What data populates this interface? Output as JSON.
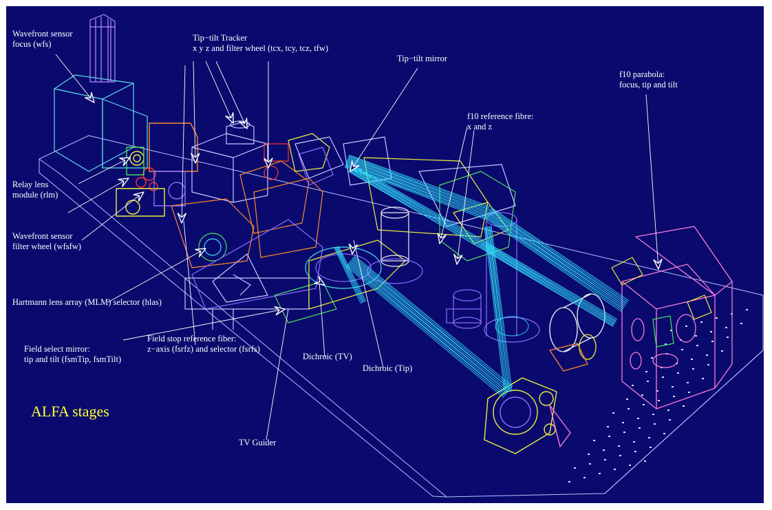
{
  "title": "ALFA stages",
  "labels": {
    "wfs": [
      "Wavefront sensor",
      "focus (wfs)"
    ],
    "tracker": [
      "Tip−tilt Tracker",
      "x   y   z and filter wheel (tcx, tcy, tcz, tfw)"
    ],
    "tip_tilt_mirror": [
      "Tip−tilt mirror"
    ],
    "f10_parabola": [
      "f10 parabola:",
      "focus, tip and tilt"
    ],
    "f10_fibre": [
      "f10 reference fibre:",
      "x and z"
    ],
    "relay_lens": [
      "Relay lens",
      "module (rlm)"
    ],
    "wfs_filter": [
      "Wavefront sensor",
      "filter wheel (wfsfw)"
    ],
    "hartmann": [
      "Hartmann lens array (MLM) selector (hlas)"
    ],
    "field_select": [
      "Field select mirror:",
      "tip and tilt (fsmTip, fsmTilt)"
    ],
    "field_stop": [
      "Field stop reference fiber:",
      "z−axis (fsrfz) and selector (fsrfs)"
    ],
    "dichroic_tv": [
      "Dichroic (TV)"
    ],
    "dichroic_tip": [
      "Dichroic (Tip)"
    ],
    "tv_guider": [
      "TV Guider"
    ]
  },
  "colors": {
    "background": "#0a0a6e",
    "label_text": "#ffffff",
    "title_text": "#ffff3a",
    "beam": "#33e6ff",
    "frame_purple": "#8c6cff",
    "bench_pink": "#ff7ad8",
    "part_yellow": "#f0f040",
    "part_green": "#4cdc5a",
    "part_orange": "#ff8a2a",
    "part_red": "#ff3030",
    "part_cyan": "#40e0e8"
  }
}
